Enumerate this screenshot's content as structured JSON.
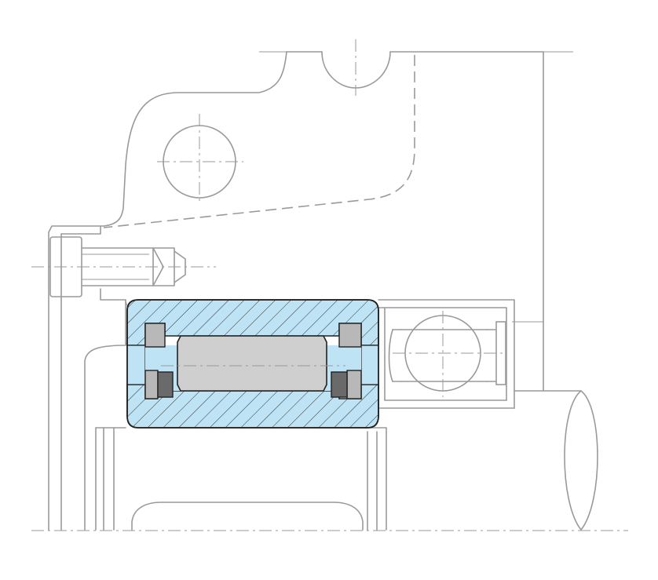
{
  "drawing": {
    "type": "bearing-assembly-cross-section",
    "colors": {
      "line": "#9a9a9a",
      "outline_dark": "#222222",
      "highlight_fill": "#bde3f5",
      "roller_fill": "#cfcfcf",
      "retainer_fill": "#6a6a6a",
      "ring_fill": "#b8b8b8"
    },
    "components": [
      "housing",
      "cap-screw",
      "cylindrical-roller-bearing",
      "ball-bearing",
      "shaft",
      "gear"
    ]
  }
}
